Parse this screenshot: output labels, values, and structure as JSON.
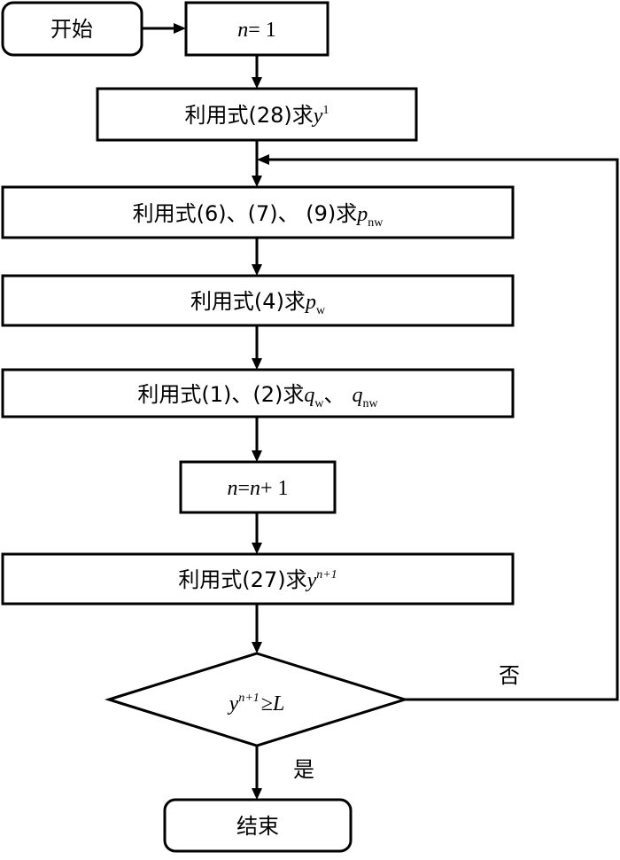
{
  "nodes": {
    "start": {
      "label": "开始"
    },
    "init": {
      "n": "n",
      "eq": "= 1"
    },
    "step_y1": {
      "prefix": "利用式(28)求",
      "var": "y",
      "sup": "1"
    },
    "step_pnw": {
      "prefix": "利用式(6)、(7)、 (9)求",
      "var": "p",
      "sub": "nw"
    },
    "step_pw": {
      "prefix": "利用式(4)求",
      "var": "p",
      "sub": "w"
    },
    "step_q": {
      "prefix": "利用式(1)、(2)求",
      "var1": "q",
      "sub1": "w",
      "sep": "、",
      "var2": "q",
      "sub2": "nw"
    },
    "increment": {
      "n1": "n",
      "eq": "=",
      "n2": "n",
      "plus": "+ 1"
    },
    "step_yn1": {
      "prefix": "利用式(27)求",
      "var": "y",
      "sup": "n+1"
    },
    "decision": {
      "var": "y",
      "sup": "n+1",
      "op": "≥",
      "limit": "L"
    },
    "end": {
      "label": "结束"
    }
  },
  "edges": {
    "no_label": "否",
    "yes_label": "是"
  }
}
